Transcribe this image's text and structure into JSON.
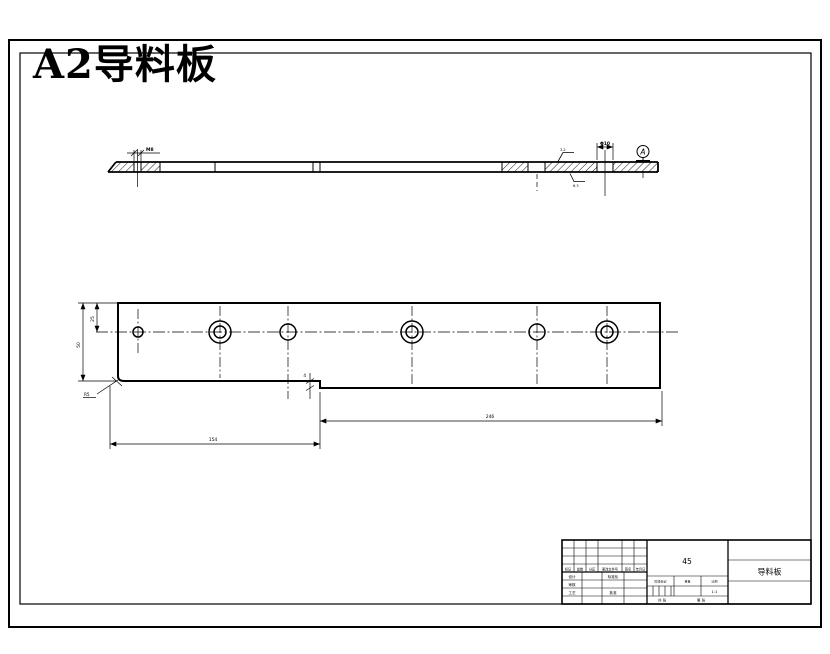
{
  "page": {
    "title": "A2导料板",
    "title_color": "#FF0000",
    "line_color": "#000000",
    "bg_color": "#FFFFFF"
  },
  "top_view": {
    "thread_label": "M8",
    "hole_label": "Φ10",
    "datum_label": "A",
    "roughness_top": "3.2",
    "roughness_bottom": "6.3"
  },
  "plan_view": {
    "dim_height": "50",
    "dim_half": "25",
    "dim_radius": "R5",
    "dim_step": "4",
    "dim_left": "154",
    "dim_right": "246"
  },
  "title_block": {
    "material": "45",
    "part_name": "导料板",
    "scale_value": "1:1",
    "sheet_left": "共 张",
    "sheet_right": "第 张",
    "revision_headers": [
      "标记",
      "处数",
      "分区",
      "更改文件号",
      "签名",
      "年月日"
    ],
    "sign_col1": [
      "设计",
      "审核",
      "工艺"
    ],
    "sign_col2": [
      "标准化",
      "批准"
    ],
    "info_headers": [
      "阶段标记",
      "重量",
      "比例"
    ]
  }
}
